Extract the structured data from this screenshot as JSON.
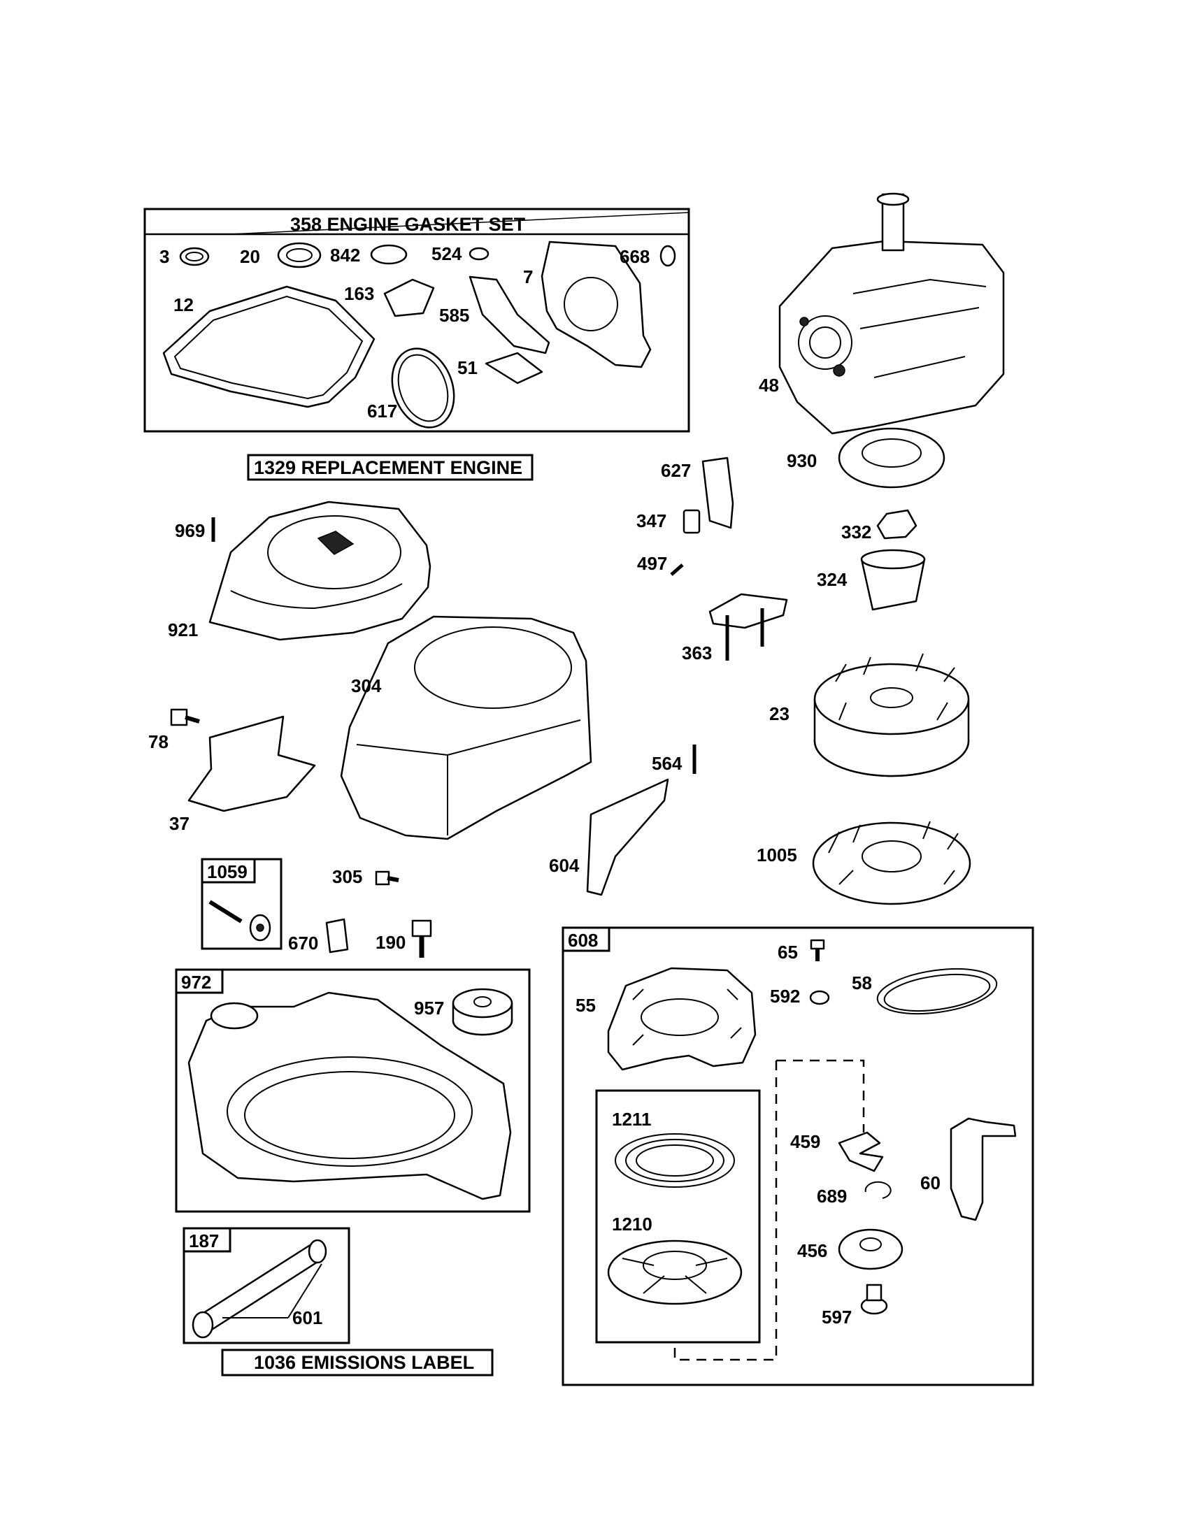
{
  "groups": {
    "gasket_set": "358 ENGINE GASKET SET",
    "replacement_engine": "1329 REPLACEMENT ENGINE",
    "emissions_label": "1036 EMISSIONS LABEL",
    "kit_1059": "1059",
    "kit_972": "972",
    "kit_187": "187",
    "kit_608": "608"
  },
  "parts": {
    "p3": "3",
    "p20": "20",
    "p842": "842",
    "p524": "524",
    "p7": "7",
    "p668": "668",
    "p12": "12",
    "p163": "163",
    "p585": "585",
    "p51": "51",
    "p617": "617",
    "p48": "48",
    "p930": "930",
    "p627": "627",
    "p347": "347",
    "p497": "497",
    "p332": "332",
    "p324": "324",
    "p363": "363",
    "p23": "23",
    "p969": "969",
    "p921": "921",
    "p304": "304",
    "p78": "78",
    "p37": "37",
    "p564": "564",
    "p604": "604",
    "p1005": "1005",
    "p305": "305",
    "p670": "670",
    "p190": "190",
    "p957": "957",
    "p601": "601",
    "p65": "65",
    "p592": "592",
    "p58": "58",
    "p55": "55",
    "p1211": "1211",
    "p1210": "1210",
    "p459": "459",
    "p689": "689",
    "p60": "60",
    "p456": "456",
    "p597": "597"
  }
}
